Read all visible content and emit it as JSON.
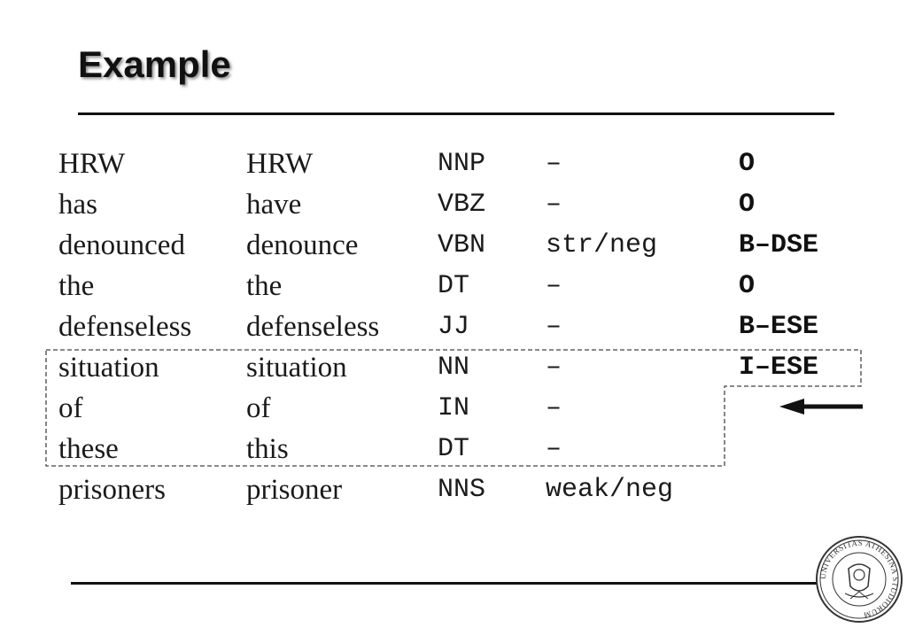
{
  "slide": {
    "title": "Example"
  },
  "rows": [
    {
      "word": "HRW",
      "lemma": "HRW",
      "pos": "NNP",
      "polarity": "–",
      "label": "O"
    },
    {
      "word": "has",
      "lemma": "have",
      "pos": "VBZ",
      "polarity": "–",
      "label": "O"
    },
    {
      "word": "denounced",
      "lemma": "denounce",
      "pos": "VBN",
      "polarity": "str/neg",
      "label": "B–DSE"
    },
    {
      "word": "the",
      "lemma": "the",
      "pos": "DT",
      "polarity": "–",
      "label": "O"
    },
    {
      "word": "defenseless",
      "lemma": "defenseless",
      "pos": "JJ",
      "polarity": "–",
      "label": "B–ESE"
    },
    {
      "word": "situation",
      "lemma": "situation",
      "pos": "NN",
      "polarity": "–",
      "label": "I–ESE"
    },
    {
      "word": "of",
      "lemma": "of",
      "pos": "IN",
      "polarity": "–",
      "label": ""
    },
    {
      "word": "these",
      "lemma": "this",
      "pos": "DT",
      "polarity": "–",
      "label": ""
    },
    {
      "word": "prisoners",
      "lemma": "prisoner",
      "pos": "NNS",
      "polarity": "weak/neg",
      "label": ""
    }
  ],
  "logo": {
    "description": "university seal",
    "text": "UNIVERSITAS ATHESINA STUDIORUM"
  },
  "colors": {
    "text": "#111111",
    "background": "#ffffff"
  }
}
